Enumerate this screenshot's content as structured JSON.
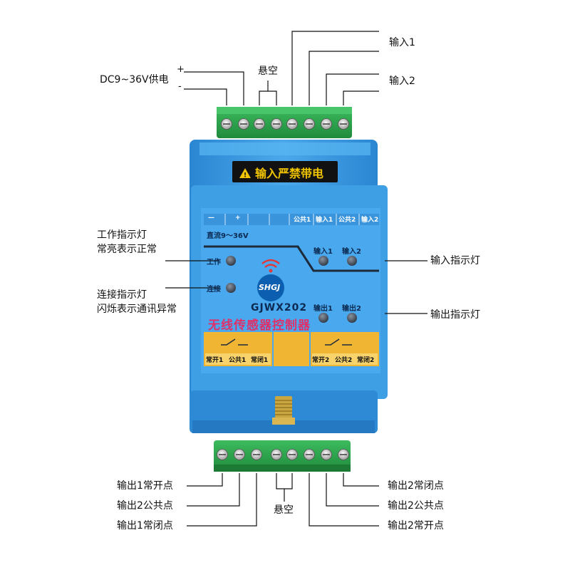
{
  "callouts": {
    "power": "DC9~36V供电",
    "power_plus": "+",
    "power_minus": "-",
    "float_top": "悬空",
    "input1": "输入1",
    "input2": "输入2",
    "work_led_1": "工作指示灯",
    "work_led_2": "常亮表示正常",
    "link_led_1": "连接指示灯",
    "link_led_2": "闪烁表示通讯异常",
    "input_led": "输入指示灯",
    "output_led": "输出指示灯",
    "out1_no": "输出1常开点",
    "out2_com": "输出2公共点",
    "out1_nc": "输出1常闭点",
    "float_bottom": "悬空",
    "out2_nc": "输出2常闭点",
    "out2_com_r": "输出2公共点",
    "out2_no": "输出2常开点"
  },
  "device": {
    "warning": "输入严禁带电",
    "top_labels": [
      "—",
      "+",
      "",
      "",
      "公共1",
      "输入1",
      "公共2",
      "输入2"
    ],
    "dc_range": "直流9～36V",
    "led_work": "工作",
    "led_link": "连接",
    "led_in1": "输入1",
    "led_in2": "输入2",
    "led_out1": "输出1",
    "led_out2": "输出2",
    "logo": "SHGJ",
    "model": "GJWX202",
    "name": "无线传感器控制器",
    "bottom_labels": [
      "常开1",
      "公共1",
      "常闭1",
      "",
      "常开2",
      "公共2",
      "常闭2"
    ]
  },
  "colors": {
    "body_blue": "#3d9be0",
    "terminal_green": "#2fa84f",
    "relay_yellow": "#f1b534",
    "name_red": "#e0306a"
  }
}
